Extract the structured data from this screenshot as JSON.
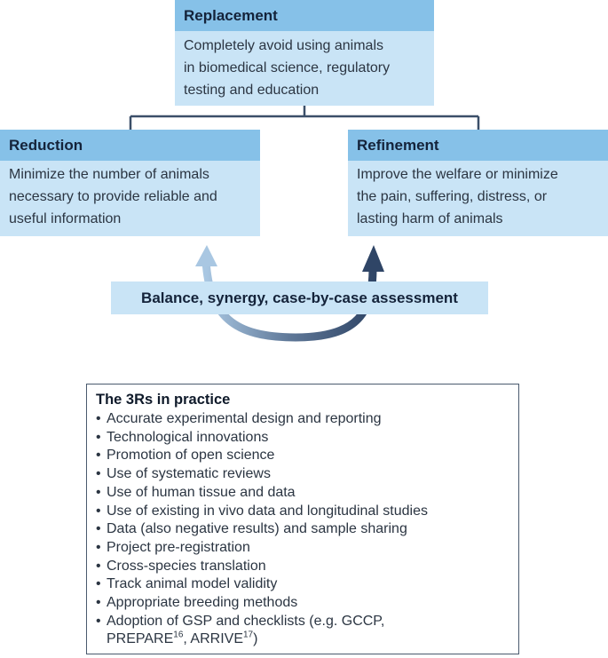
{
  "replacement": {
    "title": "Replacement",
    "lines": [
      "Completely avoid using animals",
      "in biomedical science, regulatory",
      "testing and education"
    ]
  },
  "reduction": {
    "title": "Reduction",
    "lines": [
      "Minimize the number of animals",
      "necessary to provide reliable and",
      "useful information"
    ]
  },
  "refinement": {
    "title": "Refinement",
    "lines": [
      "Improve the welfare or minimize",
      "the pain, suffering, distress, or",
      "lasting harm of animals"
    ]
  },
  "balance": {
    "label": "Balance, synergy, case-by-case assessment"
  },
  "practice": {
    "title": "The 3Rs in practice",
    "items": [
      "Accurate experimental design and reporting",
      "Technological innovations",
      "Promotion of open science",
      "Use of systematic reviews",
      "Use of human tissue and data",
      "Use of existing in vivo data and longitudinal studies",
      "Data (also negative results) and sample sharing",
      "Project pre-registration",
      "Cross-species translation",
      "Track animal model validity",
      "Appropriate breeding methods",
      "Adoption of GSP and checklists (e.g. GCCP,"
    ],
    "last_line": {
      "prepare": "PREPARE",
      "prepare_ref": "16",
      "sep": ", ",
      "arrive": "ARRIVE",
      "arrive_ref": "17",
      "close": ")"
    }
  },
  "colors": {
    "header": "#86c1e8",
    "body": "#c9e4f6",
    "connector": "#3b4f69",
    "arrow_dark": "#2f4566",
    "arrow_light": "#a9c7e2"
  }
}
